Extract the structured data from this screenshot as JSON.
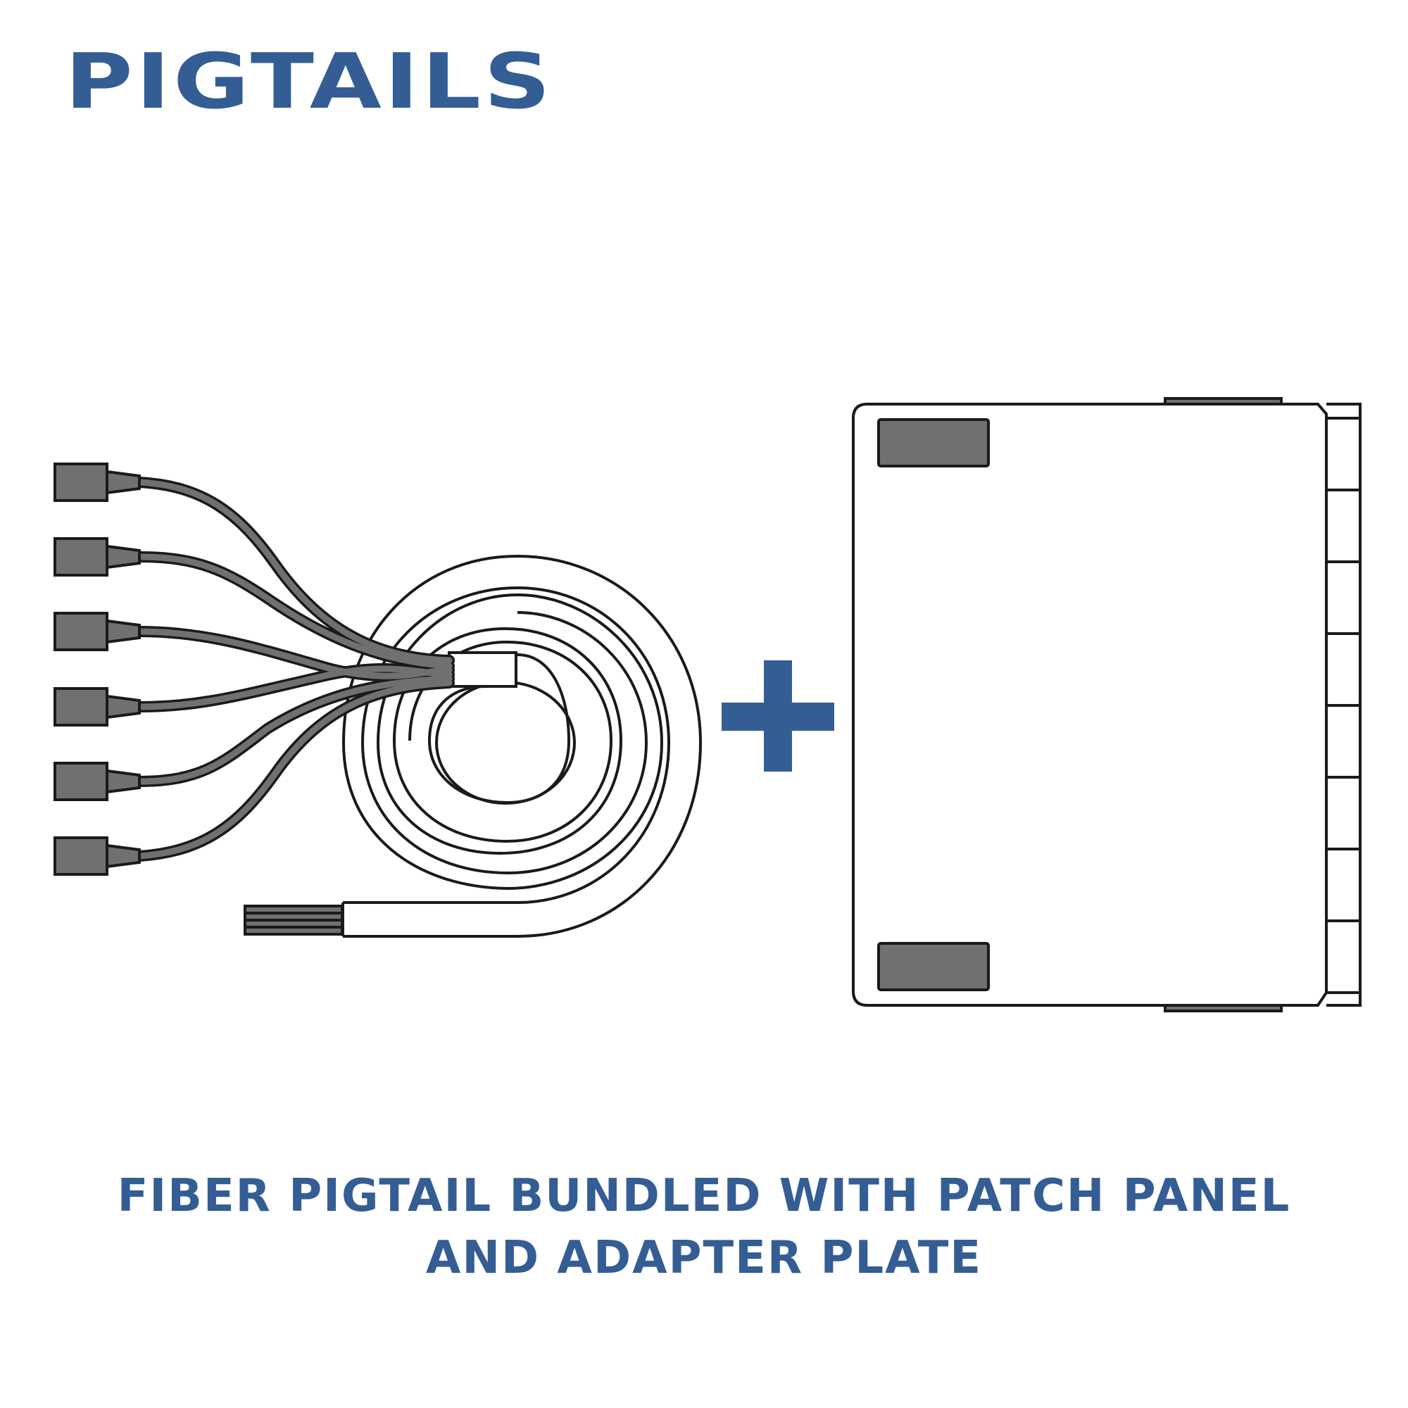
{
  "title": "PIGTAILS",
  "caption": {
    "line1": "FIBER PIGTAIL BUNDLED WITH PATCH PANEL",
    "line2": "AND ADAPTER PLATE"
  },
  "colors": {
    "brand_blue": "#345d94",
    "connector_gray": "#707070",
    "outline": "#1a1a1a"
  },
  "icons": {
    "left": "fiber-pigtail-coil-icon",
    "operator": "plus-icon",
    "right": "patch-panel-adapter-plate-icon"
  }
}
